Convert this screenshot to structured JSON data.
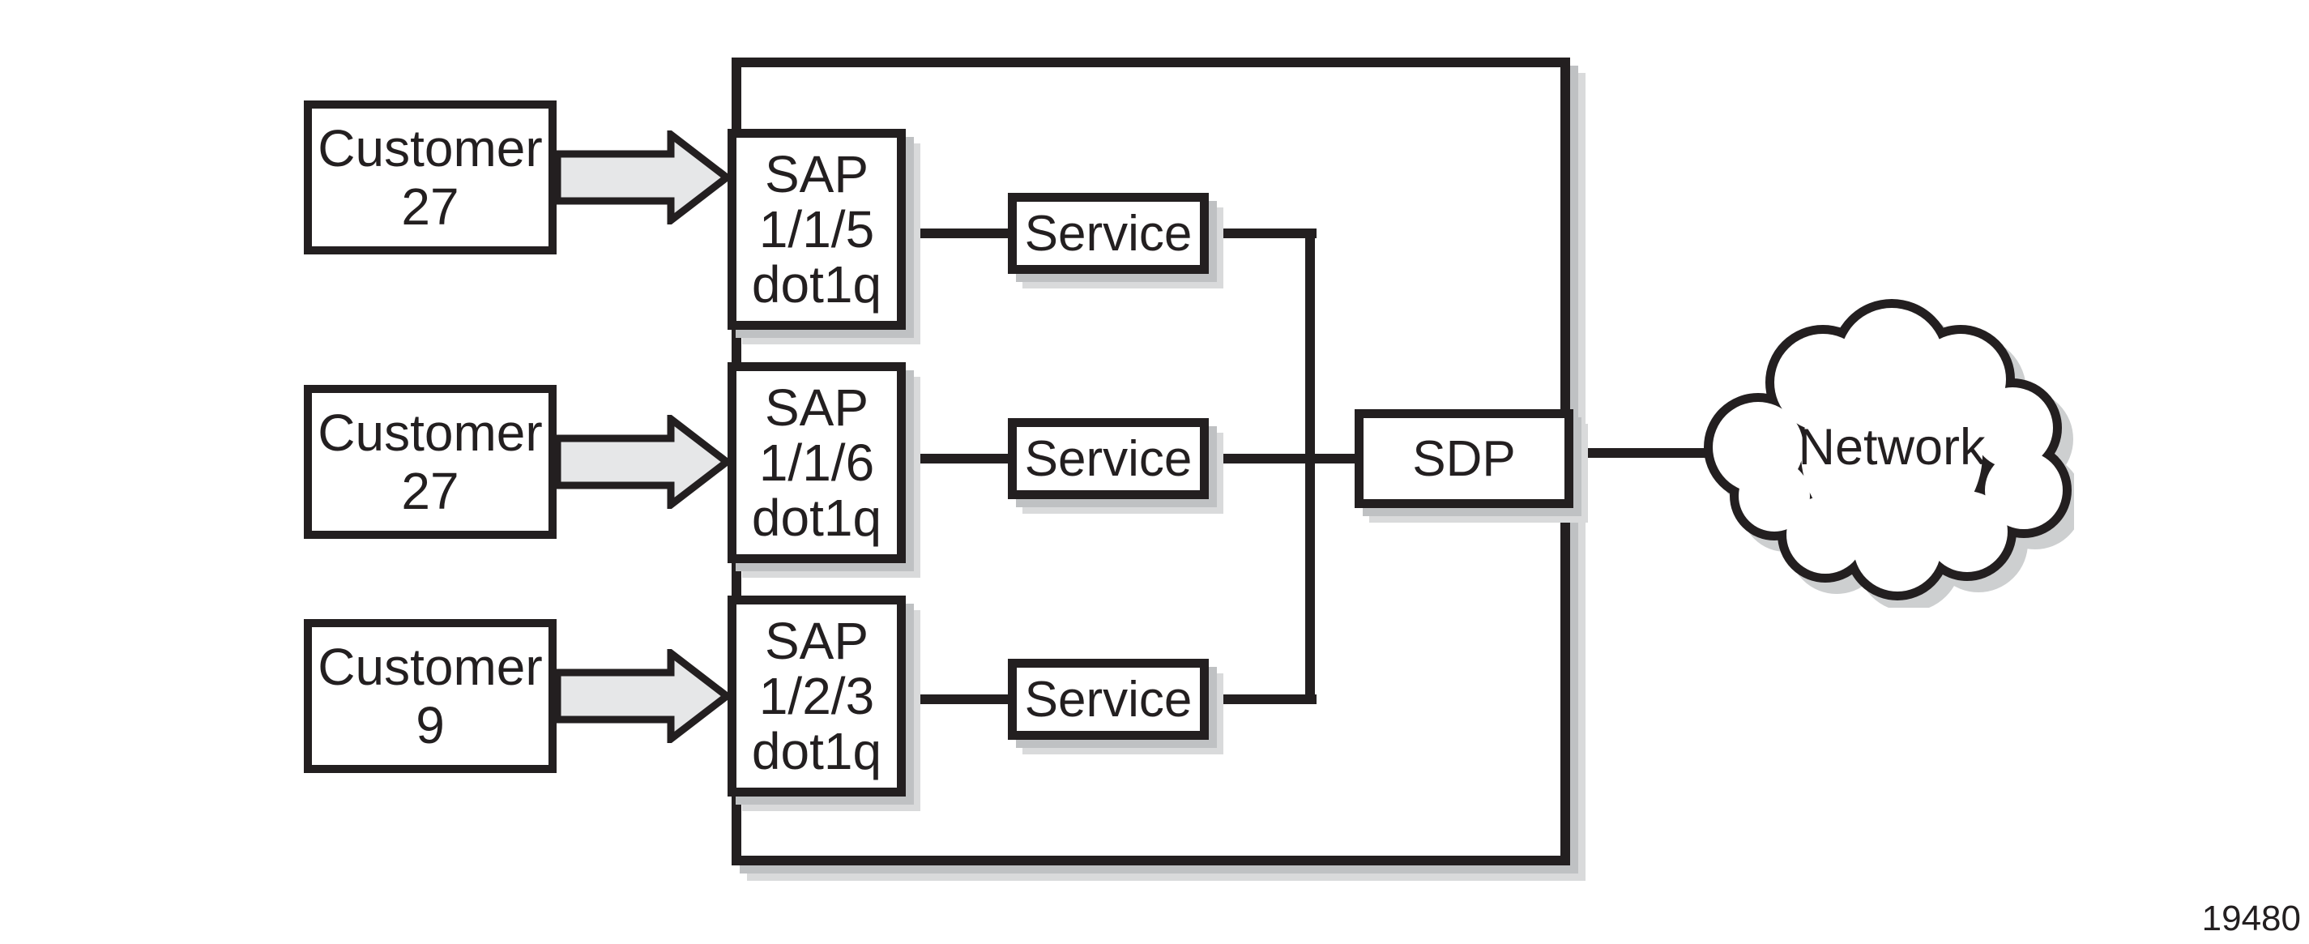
{
  "diagram": {
    "figure_number": "19480",
    "customers": [
      {
        "label_line1": "Customer",
        "label_line2": "27"
      },
      {
        "label_line1": "Customer",
        "label_line2": "27"
      },
      {
        "label_line1": "Customer",
        "label_line2": "9"
      }
    ],
    "saps": [
      {
        "lines": [
          "SAP",
          "1/1/5",
          "dot1q"
        ]
      },
      {
        "lines": [
          "SAP",
          "1/1/6",
          "dot1q"
        ]
      },
      {
        "lines": [
          "SAP",
          "1/2/3",
          "dot1q"
        ]
      }
    ],
    "services": [
      {
        "label": "Service"
      },
      {
        "label": "Service"
      },
      {
        "label": "Service"
      }
    ],
    "sdp": {
      "label": "SDP"
    },
    "cloud": {
      "label": "Network"
    },
    "colors": {
      "ink": "#231f20",
      "arrow_fill": "#e6e7e8",
      "shadow_dark": "#bfc1c3",
      "shadow_light": "#d9dadb",
      "background": "#ffffff"
    }
  }
}
